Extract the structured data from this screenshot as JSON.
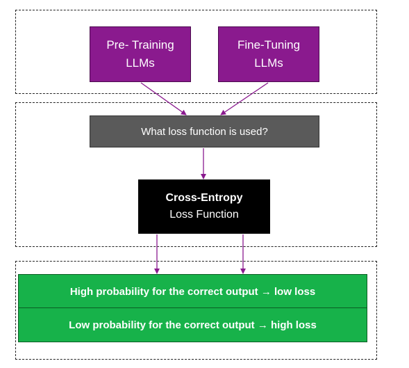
{
  "nodes": {
    "pretraining": {
      "line1": "Pre- Training",
      "line2": "LLMs"
    },
    "finetuning": {
      "line1": "Fine-Tuning",
      "line2": "LLMs"
    },
    "question": {
      "label": "What loss function is used?"
    },
    "crossentropy": {
      "line1": "Cross-Entropy",
      "line2": "Loss Function"
    },
    "outcomes": [
      {
        "label": "High probability for the correct output → low loss"
      },
      {
        "label": "Low probability for the correct output → high loss"
      }
    ]
  },
  "colors": {
    "purple": "#8a1a8e",
    "gray": "#5a5a5a",
    "black": "#000000",
    "green": "#17b24a",
    "arrow": "#8a1a8e"
  }
}
